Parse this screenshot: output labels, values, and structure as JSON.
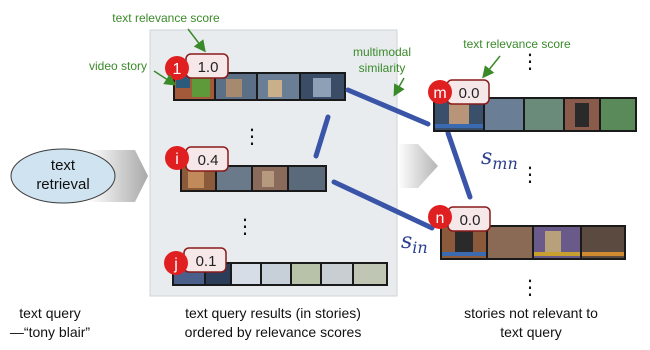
{
  "query": {
    "retrieval_label_line1": "text",
    "retrieval_label_line2": "retrieval",
    "caption_line1": "text query",
    "caption_line2": "—“tony blair”"
  },
  "results": {
    "caption_line1": "text query results (in stories)",
    "caption_line2": "ordered by relevance scores",
    "stories": [
      {
        "id": "1",
        "score": "1.0"
      },
      {
        "id": "i",
        "score": "0.4"
      },
      {
        "id": "j",
        "score": "0.1"
      }
    ],
    "ellipsis": "⋮"
  },
  "irrelevant": {
    "caption_line1": "stories not relevant to",
    "caption_line2": "text query",
    "stories": [
      {
        "id": "m",
        "score": "0.0"
      },
      {
        "id": "n",
        "score": "0.0"
      }
    ],
    "ellipsis": "⋮"
  },
  "annotations": {
    "text_relevance_score_left": "text relevance score",
    "text_relevance_score_right": "text relevance score",
    "video_story": "video story",
    "multimodal_line1": "multimodal",
    "multimodal_line2": "similarity"
  },
  "similarity_labels": {
    "smn_base": "s",
    "smn_sub": "mn",
    "sin_base": "s",
    "sin_sub": "in"
  },
  "colors": {
    "annotation_green": "#3a8a2a",
    "badge_red": "#e02020",
    "score_box_border": "#8a1a1a",
    "link_blue": "#3a55a8",
    "panel_gray": "#e9ecef",
    "ellipse_fill": "#cfe3f1"
  }
}
